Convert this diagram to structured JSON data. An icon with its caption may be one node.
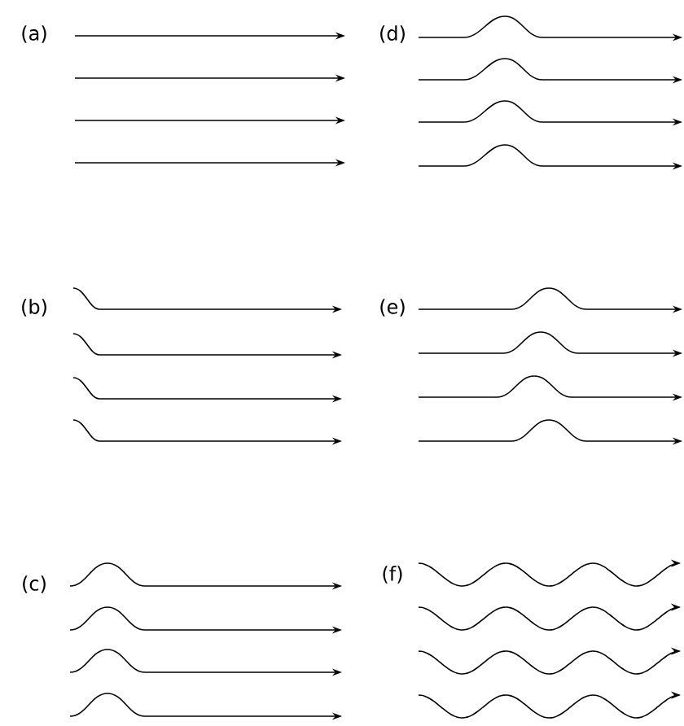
{
  "diagram": {
    "labels": [
      "(a)",
      "(d)",
      "(b)",
      "(e)",
      "(c)",
      "(f)"
    ]
  }
}
